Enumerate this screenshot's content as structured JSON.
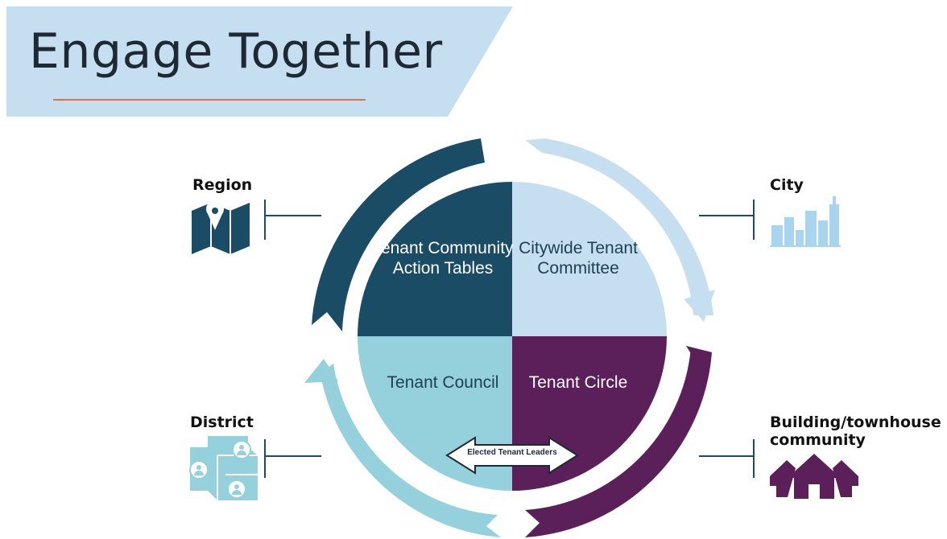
{
  "title": "Engage Together",
  "colors": {
    "banner": "#c6dff0",
    "accent_line": "#e2713f",
    "navy": "#1b4c66",
    "light_blue": "#c6dff0",
    "teal": "#94d1dd",
    "purple": "#5b1f5a"
  },
  "quadrants": {
    "top_left": "Tenant Community Action Tables",
    "top_right": "Citywide Tenant Committee",
    "bottom_left": "Tenant Council",
    "bottom_right": "Tenant Circle"
  },
  "center_label": "Elected Tenant Leaders",
  "levels": {
    "region": {
      "label": "Region",
      "icon": "map-pin-icon"
    },
    "city": {
      "label": "City",
      "icon": "city-skyline-icon"
    },
    "district": {
      "label": "District",
      "icon": "district-map-icon"
    },
    "building": {
      "label": "Building/townhouse community",
      "icon": "houses-icon"
    }
  }
}
